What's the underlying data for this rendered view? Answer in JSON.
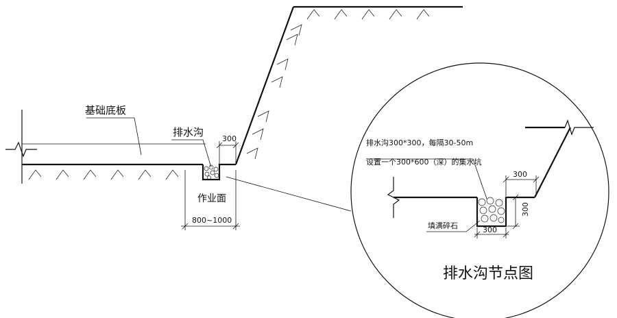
{
  "labels": {
    "foundation_slab": "基础底板",
    "drain_ditch": "排水沟",
    "work_face": "作业面",
    "dim_300_main": "300",
    "dim_work_width": "800~1000",
    "detail_note_line1": "排水沟300*300，每隔30-50m",
    "detail_note_line2": "设置一个300*600（深）的集水坑",
    "detail_dim_top": "300",
    "detail_dim_side": "300",
    "detail_dim_bottom": "300",
    "gravel_fill": "填满碎石",
    "detail_title": "排水沟节点图"
  }
}
